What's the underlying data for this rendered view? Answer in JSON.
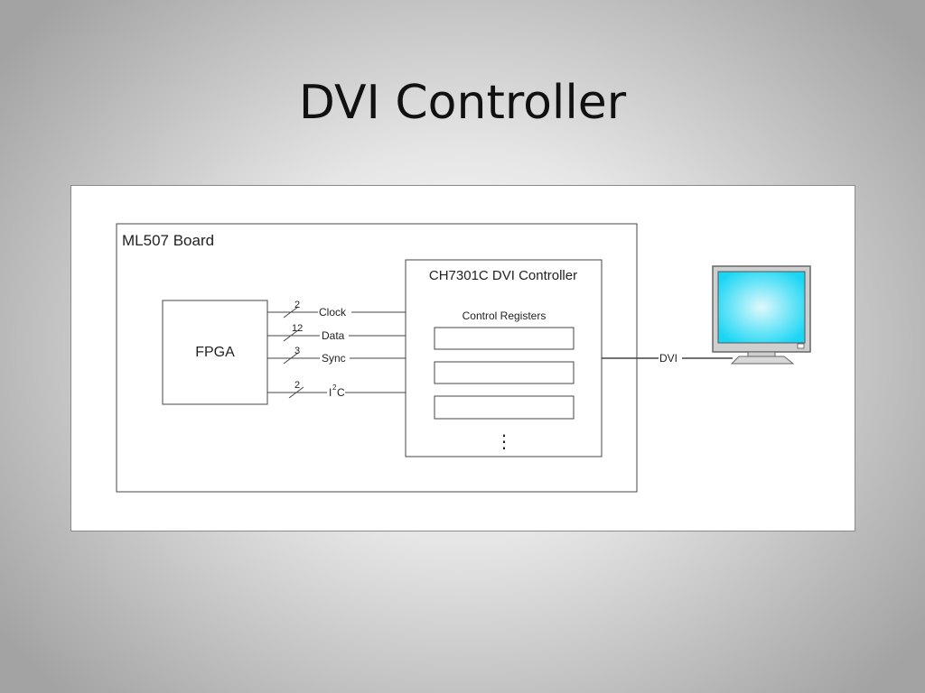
{
  "slide": {
    "title": "DVI Controller"
  },
  "diagram": {
    "board_label": "ML507 Board",
    "fpga_label": "FPGA",
    "controller_label": "CH7301C DVI Controller",
    "registers_label": "Control Registers",
    "ellipsis": "⋮",
    "signals": [
      {
        "label": "Clock",
        "width": "2"
      },
      {
        "label": "Data",
        "width": "12"
      },
      {
        "label": "Sync",
        "width": "3"
      },
      {
        "label_main": "I",
        "label_sup": "2",
        "label_tail": "C",
        "width": "2"
      }
    ],
    "output_label": "DVI"
  },
  "colors": {
    "monitor_screen": "#1ad6f4",
    "monitor_glow": "#dff8fc",
    "frame": "#444444"
  }
}
